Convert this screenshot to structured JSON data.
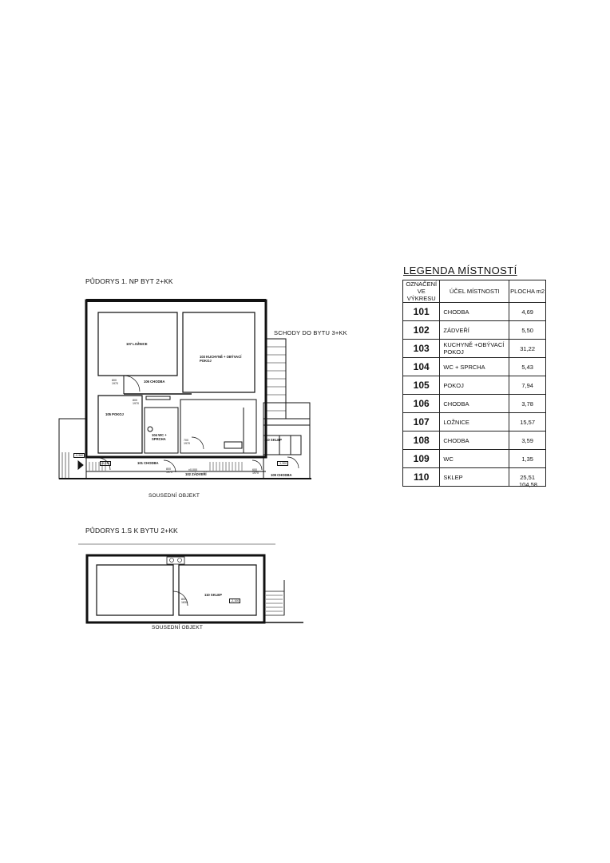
{
  "plan_ground": {
    "title": "PŮDORYS 1. NP BYT 2+KK",
    "stairs_note": "SCHODY DO BYTU 3+KK",
    "neighbour": "SOUSEDNÍ OBJEKT",
    "rooms": {
      "r107": "107 LOŽNICE",
      "r103": "103 KUCHYNĚ + OBÝVACÍ POKOJ",
      "r106": "106 CHODBA",
      "r105": "105 POKOJ",
      "r104": "104 WC + SPRCHA",
      "r101": "101 CHODBA",
      "r102": "102 ZÁDVEŘÍ",
      "r110": "110 SKLEP",
      "r109": "109 CHODBA"
    },
    "levels": {
      "left": "-0,960",
      "entry": "-0,230",
      "zero": "±0,000",
      "right": "-1,300"
    },
    "doors": {
      "d1": "800\n1970",
      "d2": "800\n1970",
      "d3": "700\n1970",
      "d4": "800\n1970",
      "d5": "600\n1970"
    }
  },
  "plan_basement": {
    "title": "PŮDORYS 1.S K BYTU 2+KK",
    "neighbour": "SOUSEDNÍ OBJEKT",
    "room": "110 SKLEP",
    "level": "-2,100",
    "door": "800\n1830"
  },
  "legend": {
    "title": "LEGENDA MÍSTNOSTÍ",
    "headers": {
      "id": "OZNAČENÍ VE VÝKRESU",
      "purpose": "ÚČEL MÍSTNOSTI",
      "area": "PLOCHA m2"
    },
    "rows": [
      {
        "id": "101",
        "purpose": "CHODBA",
        "area": "4,69"
      },
      {
        "id": "102",
        "purpose": "ZÁDVEŘÍ",
        "area": "5,50"
      },
      {
        "id": "103",
        "purpose": "KUCHYNĚ +OBÝVACÍ POKOJ",
        "area": "31,22"
      },
      {
        "id": "104",
        "purpose": "WC + SPRCHA",
        "area": "5,43"
      },
      {
        "id": "105",
        "purpose": "POKOJ",
        "area": "7,94"
      },
      {
        "id": "106",
        "purpose": "CHODBA",
        "area": "3,78"
      },
      {
        "id": "107",
        "purpose": "LOŽNICE",
        "area": "15,57"
      },
      {
        "id": "108",
        "purpose": "CHODBA",
        "area": "3,59"
      },
      {
        "id": "109",
        "purpose": "WC",
        "area": "1,35"
      },
      {
        "id": "110",
        "purpose": "SKLEP",
        "area": "25,51"
      }
    ],
    "total": "104,58"
  }
}
